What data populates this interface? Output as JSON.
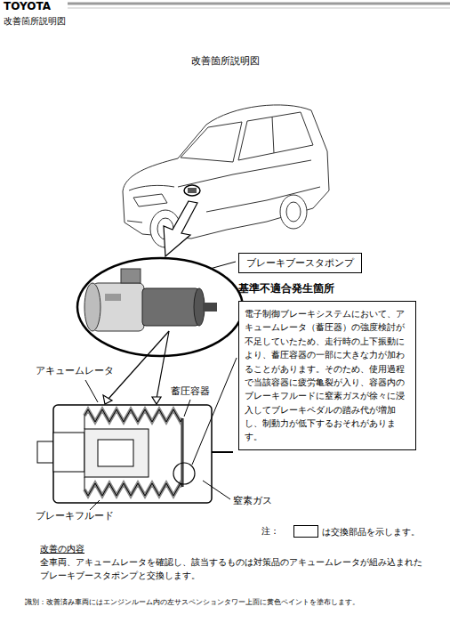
{
  "diagram": {
    "title": "改善箇所説明図",
    "nodes": [
      {
        "text": [
          "ブレーキブースタポンプ"
        ]
      },
      {
        "text": [
          "基準不適合発生箇所",
          "電子制御ブレーキシステムにおいて、アキュームレータ（蓄圧器）の強度検討が不足していたため、走行時の上下振動により、蓄圧容器の一部に大きな力が加わることがあります。そのため、使用過程で当該容器に疲労亀裂が入り、容器内のブレーキフルードに窒素ガスが徐々に浸入してブレーキペダルの踏み代が増加し、制動力が低下するおそれがあります。"
        ]
      }
    ],
    "labels": [
      "TOYOTA",
      "改善箇所説明図",
      "アキュームレータ",
      "蓄圧容器",
      "ブレーキフルード",
      "窒素ガス",
      "注：",
      "改善の内容",
      "全車両、アキュームレータを確認し、該当するものは対策品のアキュームレータが組み込まれたブレーキブースタポンプと交換します。",
      "識別：改善済み車両にはエンジンルーム内の左サスペンションタワー上面に黄色ペイントを塗布します。"
    ],
    "legend": [
      {
        "text": "は交換部品を示します。"
      }
    ]
  }
}
